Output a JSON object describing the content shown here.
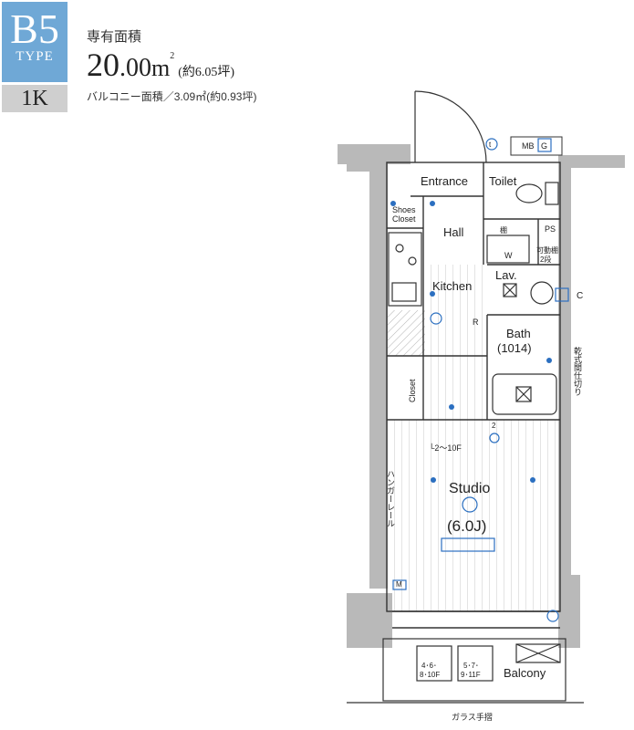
{
  "badge": {
    "type_code": "B5",
    "type_label": "TYPE",
    "layout": "1K"
  },
  "area": {
    "label": "専有面積",
    "integer": "20",
    "decimal": ".00",
    "unit": "m",
    "unit_sup": "2",
    "tsubo": "(約6.05坪)",
    "balcony": "バルコニー面積／3.09㎡(約0.93坪)"
  },
  "plan": {
    "rooms": {
      "entrance": "Entrance",
      "toilet": "Toilet",
      "shoes_closet_1": "Shoes",
      "shoes_closet_2": "Closet",
      "hall": "Hall",
      "kitchen": "Kitchen",
      "lav": "Lav.",
      "bath": "Bath",
      "bath_size": "(1014)",
      "closet": "Closet",
      "studio": "Studio",
      "studio_size": "(6.0J)",
      "balcony": "Balcony"
    },
    "marks": {
      "mb": "MB",
      "g": "G",
      "ps": "PS",
      "c": "C",
      "r": "R",
      "w": "W",
      "m": "M",
      "t": "t",
      "two": "2",
      "shelf": "棚",
      "movable_shelf_1": "可動棚",
      "movable_shelf_2": "2段",
      "dryer": "乾式間仕切り",
      "hanger_rail": "ハンガーレール",
      "floor_note": "└2～10F",
      "balcony_floor_a_1": "4･6･",
      "balcony_floor_a_2": "8･10F",
      "balcony_floor_b_1": "5･7･",
      "balcony_floor_b_2": "9･11F",
      "glass_rail": "ガラス手摺"
    }
  }
}
